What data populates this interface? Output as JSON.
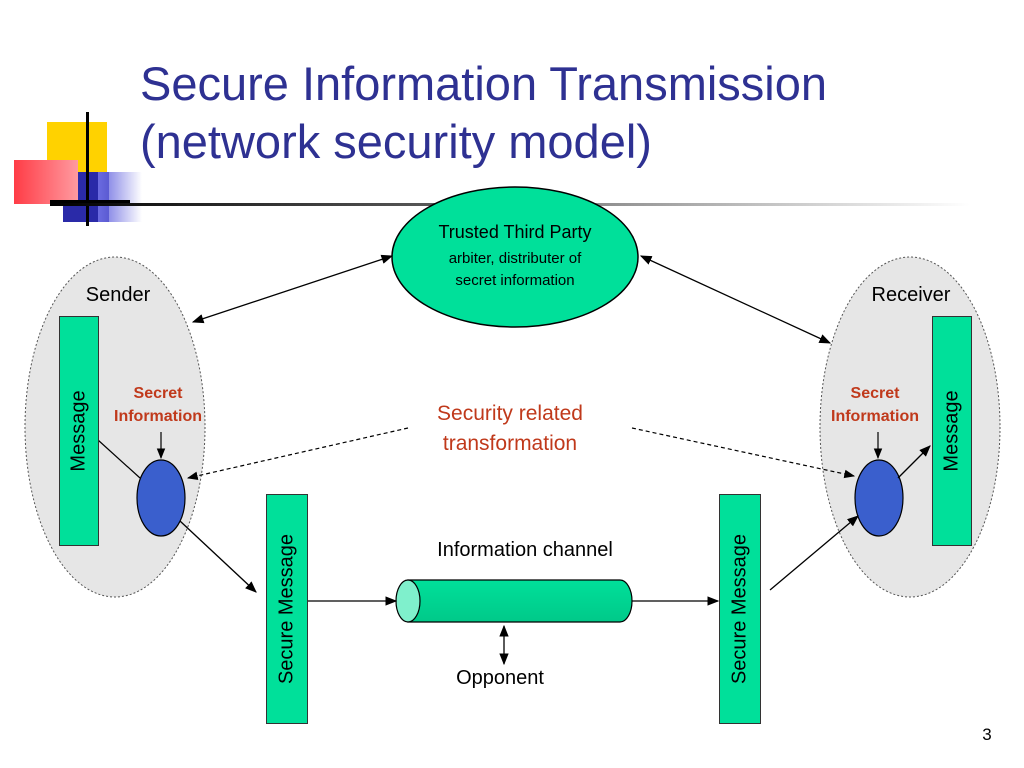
{
  "slide": {
    "title_line1": "Secure Information Transmission",
    "title_line2": "(network security model)",
    "page_number": "3"
  },
  "colors": {
    "title": "#2e3192",
    "box_fill": "#00e09a",
    "ellipse_fill": "#00e09a",
    "circle_fill": "#3a5fcd",
    "region_fill": "#e6e6e6",
    "red_text": "#c0391b"
  },
  "diagram": {
    "ttp_title": "Trusted Third Party",
    "ttp_line1": "arbiter, distributer of",
    "ttp_line2": "secret information",
    "sender": "Sender",
    "receiver": "Receiver",
    "message_left": "Message",
    "message_right": "Message",
    "secret_info_left_line1": "Secret",
    "secret_info_left_line2": "Information",
    "secret_info_right_line1": "Secret",
    "secret_info_right_line2": "Information",
    "transform_line1": "Security related",
    "transform_line2": "transformation",
    "channel_label": "Information channel",
    "secure_message_left": "Secure Message",
    "secure_message_right": "Secure Message",
    "opponent": "Opponent"
  }
}
